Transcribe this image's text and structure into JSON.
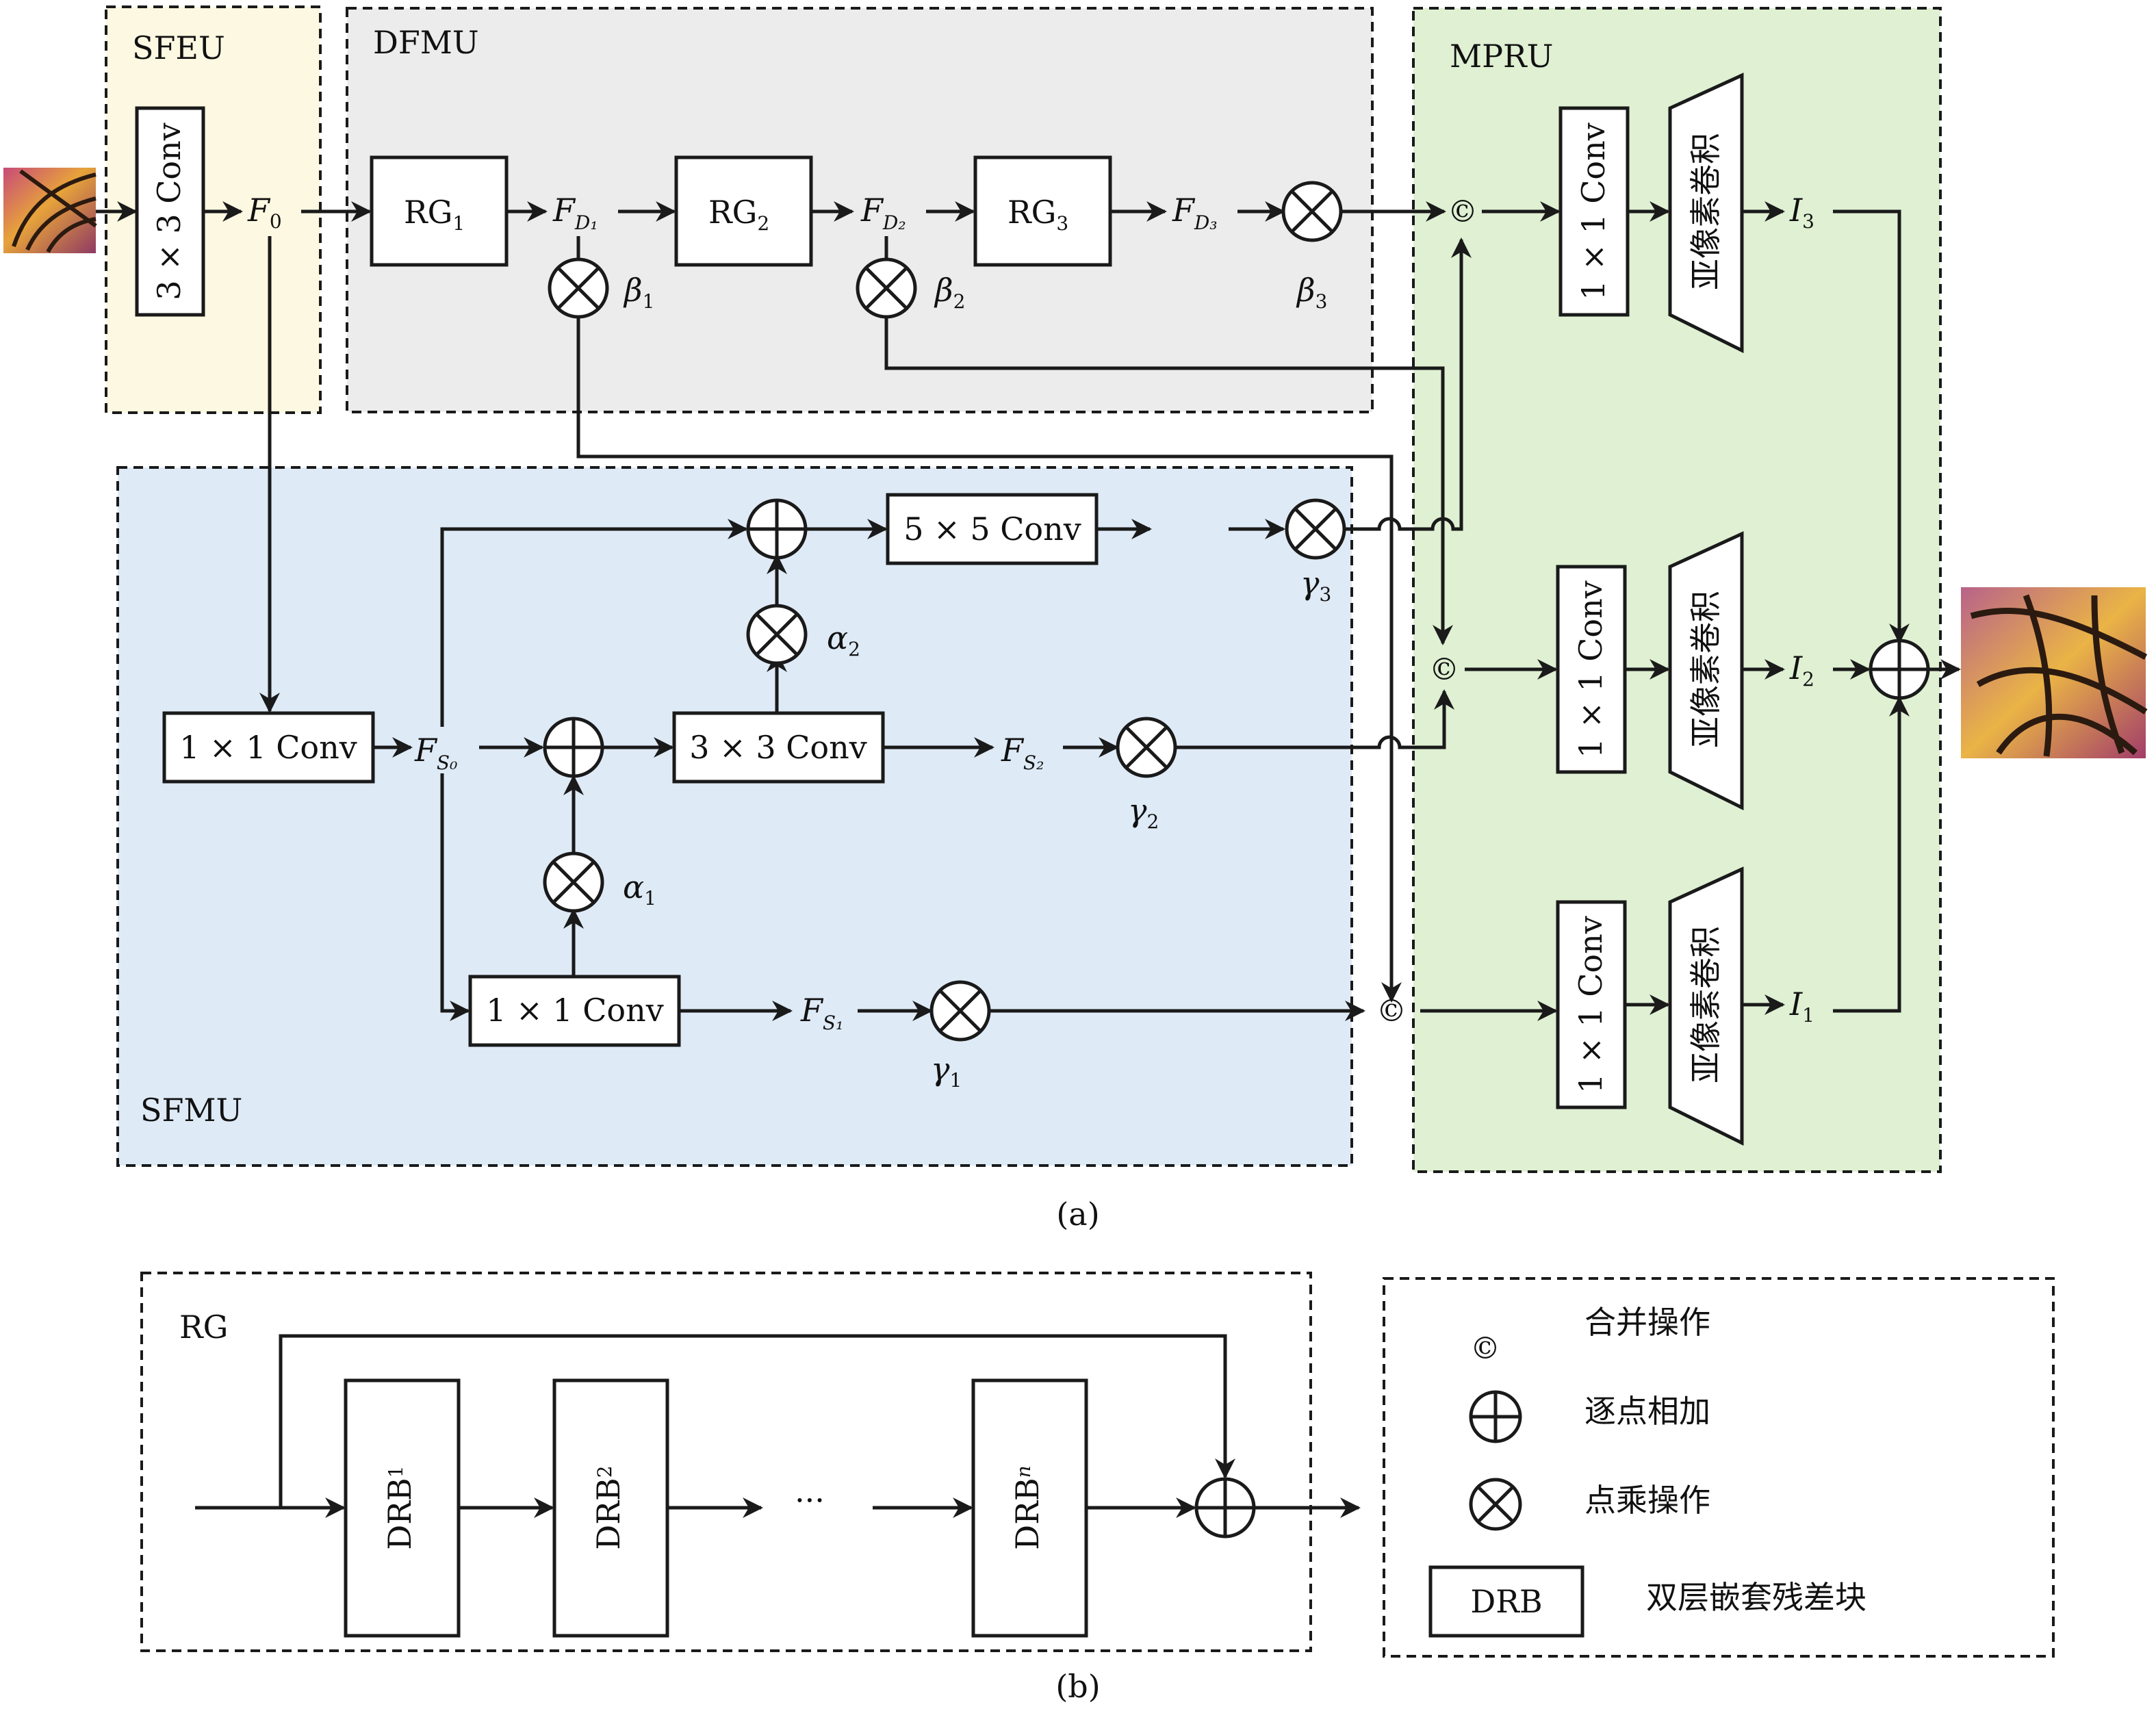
{
  "regions": {
    "sfeu": "SFEU",
    "dfmu": "DFMU",
    "mpru": "MPRU",
    "sfmu": "SFMU",
    "rg": "RG"
  },
  "colors": {
    "sfeu_fill": "#fdf8e1",
    "dfmu_fill": "#ececec",
    "mpru_fill": "#dff0d3",
    "sfmu_fill": "#deeaf6",
    "box_fill": "#ffffff"
  },
  "sfeu": {
    "conv": "3 × 3 Conv",
    "f0_main": "F",
    "f0_sub": "0"
  },
  "dfmu": {
    "rg1_main": "RG",
    "rg1_sub": "1",
    "rg2_main": "RG",
    "rg2_sub": "2",
    "rg3_main": "RG",
    "rg3_sub": "3",
    "fd1_main": "F",
    "fd1_sub": "D₁",
    "fd2_main": "F",
    "fd2_sub": "D₂",
    "fd3_main": "F",
    "fd3_sub": "D₃",
    "beta1_main": "β",
    "beta1_sub": "1",
    "beta2_main": "β",
    "beta2_sub": "2",
    "beta3_main": "β",
    "beta3_sub": "3"
  },
  "sfmu": {
    "conv1x1_top": "1 × 1 Conv",
    "conv3x3": "3 × 3 Conv",
    "conv5x5": "5 × 5 Conv",
    "conv1x1_bottom": "1 × 1 Conv",
    "fs0_main": "F",
    "fs0_sub": "S₀",
    "fs1_main": "F",
    "fs1_sub": "S₁",
    "fs2_main": "F",
    "fs2_sub": "S₂",
    "alpha1_main": "α",
    "alpha1_sub": "1",
    "alpha2_main": "α",
    "alpha2_sub": "2",
    "gamma1_main": "γ",
    "gamma1_sub": "1",
    "gamma2_main": "γ",
    "gamma2_sub": "2",
    "gamma3_main": "γ",
    "gamma3_sub": "3"
  },
  "mpru": {
    "conv_top": "1 × 1 Conv",
    "conv_mid": "1 × 1 Conv",
    "conv_bot": "1 × 1 Conv",
    "subpixel_top": "亚像素卷积",
    "subpixel_mid": "亚像素卷积",
    "subpixel_bot": "亚像素卷积",
    "i3_main": "I",
    "i3_sub": "3",
    "i2_main": "I",
    "i2_sub": "2",
    "i1_main": "I",
    "i1_sub": "1"
  },
  "captions": {
    "a": "(a)",
    "b": "(b)"
  },
  "rg_detail": {
    "drb1_main": "DRB",
    "drb1_sub": "1",
    "drb2_main": "DRB",
    "drb2_sub": "2",
    "drbn_main": "DRB",
    "drbn_sub": "n",
    "ellipsis": "···"
  },
  "legend": {
    "concat_symbol": "©",
    "concat_label": "合并操作",
    "add_label": "逐点相加",
    "mul_label": "点乘操作",
    "drb_box": "DRB",
    "drb_label": "双层嵌套残差块"
  }
}
